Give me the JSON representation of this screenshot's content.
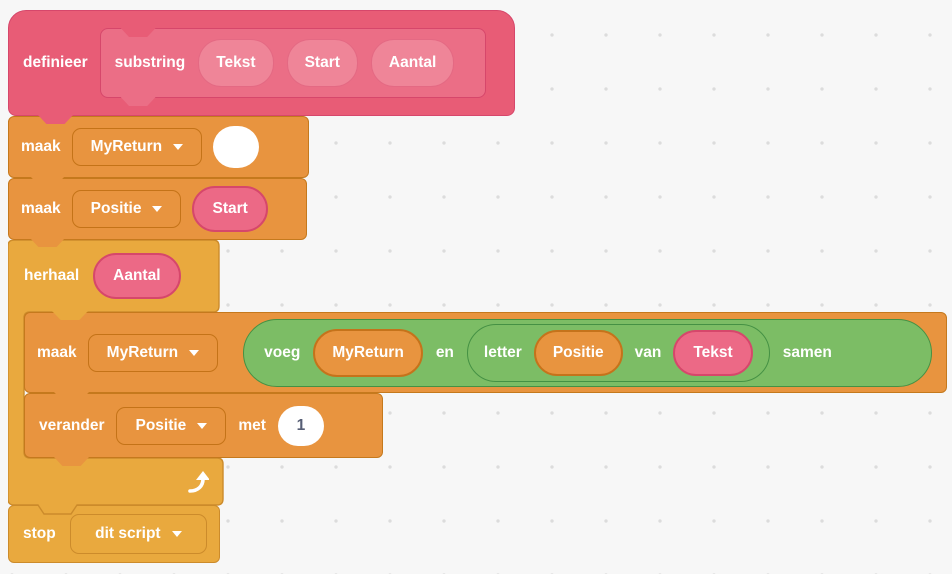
{
  "palette": {
    "pink": "#E85C76",
    "pink_border": "#D6476B",
    "pink_proto": "#EB6E86",
    "pink_param": "#EF8598",
    "pink_oval": "#EC6986",
    "pink_oval_border": "#D6476B",
    "orange": "#E8943F",
    "orange_border": "#C5791D",
    "orange_oval_border": "#C5731B",
    "orange_dd_border": "#C47318",
    "gold": "#E9A93E",
    "gold_border": "#CC8B2B",
    "green": "#7CBD65",
    "green_border": "#459144",
    "input_text": "#575E75",
    "bg": "#F7F7F7",
    "dot": "#DCDCDC"
  },
  "blocks": {
    "define": {
      "label": "definieer",
      "prototype": {
        "name": "substring",
        "params": [
          "Tekst",
          "Start",
          "Aantal"
        ]
      }
    },
    "set_myreturn_init": {
      "label": "maak",
      "variable": "MyReturn",
      "value": ""
    },
    "set_positie": {
      "label": "maak",
      "variable": "Positie",
      "value": "Start"
    },
    "repeat": {
      "label": "herhaal",
      "times": "Aantal"
    },
    "set_myreturn_join": {
      "label": "maak",
      "variable": "MyReturn",
      "join": {
        "prefix": "voeg",
        "arg1": "MyReturn",
        "infix": "en",
        "suffix": "samen",
        "letter_of": {
          "prefix": "letter",
          "index": "Positie",
          "infix": "van",
          "text": "Tekst"
        }
      }
    },
    "change_positie": {
      "label": "verander",
      "variable": "Positie",
      "infix": "met",
      "value": "1"
    },
    "stop": {
      "label": "stop",
      "option": "dit script"
    }
  }
}
